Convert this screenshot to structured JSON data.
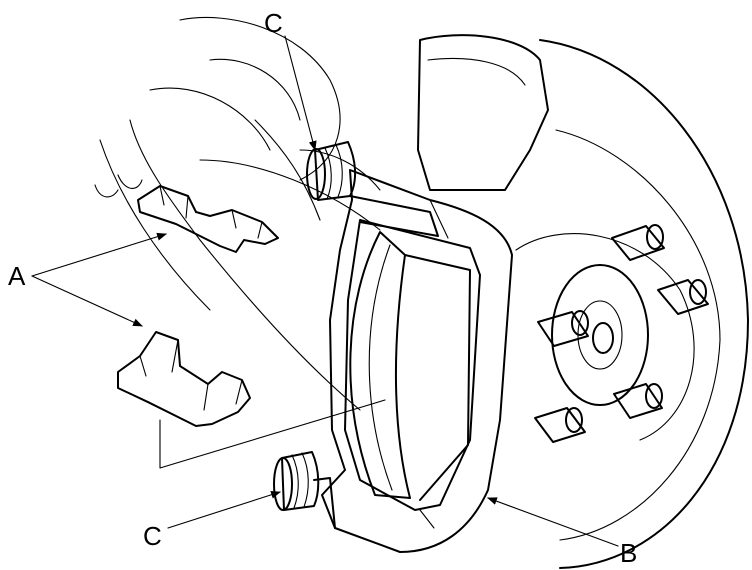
{
  "labels": {
    "a": "A",
    "b": "B",
    "c_top": "C",
    "c_bottom": "C"
  },
  "colors": {
    "line": "#000000",
    "background": "#ffffff"
  }
}
